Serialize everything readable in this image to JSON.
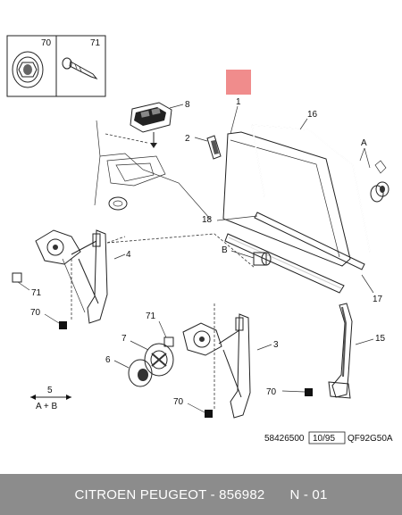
{
  "diagram": {
    "inset_labels": [
      "70",
      "71"
    ],
    "callouts": {
      "c1": "1",
      "c2": "2",
      "c3": "3",
      "c4": "4",
      "c5": "5",
      "c6": "6",
      "c7": "7",
      "c8": "8",
      "c15": "15",
      "c16": "16",
      "c17": "17",
      "c18": "18",
      "c70a": "70",
      "c70b": "70",
      "c70c": "70",
      "c71a": "71",
      "c71b": "71",
      "cA": "A",
      "cB": "B"
    },
    "legend": {
      "number": "5",
      "letters": "A + B"
    },
    "ref_code": "58426500",
    "ref_date": "10/95",
    "ref_id": "QF92G50A",
    "marker_color": "#f08c8c"
  },
  "footer": {
    "brand": "CITROEN PEUGEOT - 856982",
    "page": "N - 01"
  }
}
